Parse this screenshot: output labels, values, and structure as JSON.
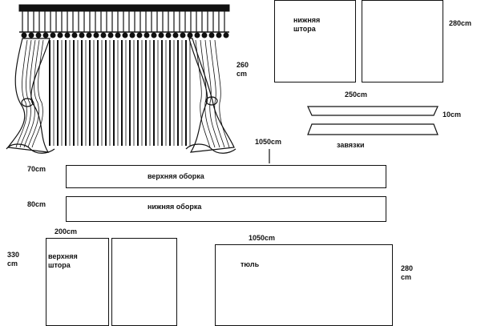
{
  "colors": {
    "ink": "#111111",
    "paper": "#ffffff"
  },
  "illustration": {
    "name": "curtain-with-valance-sketch"
  },
  "dimensions": {
    "curtain_height": {
      "value": "260",
      "unit": "cm"
    },
    "lower_panel_width": "250cm",
    "lower_panel_height": "280cm",
    "tie_width": "10cm",
    "total_width": "1050cm",
    "upper_ruffle_height": "70cm",
    "lower_ruffle_height": "80cm",
    "upper_panel_width": "200cm",
    "upper_panel_height": {
      "value": "330",
      "unit": "cm"
    },
    "tulle_width": "1050cm",
    "tulle_height": {
      "value": "280",
      "unit": "cm"
    }
  },
  "labels": {
    "lower_curtain": "нижняя штора",
    "ties": "завязки",
    "upper_ruffle": "верхняя оборка",
    "lower_ruffle": "нижняя оборка",
    "upper_curtain": "верхняя штора",
    "tulle": "тюль"
  }
}
